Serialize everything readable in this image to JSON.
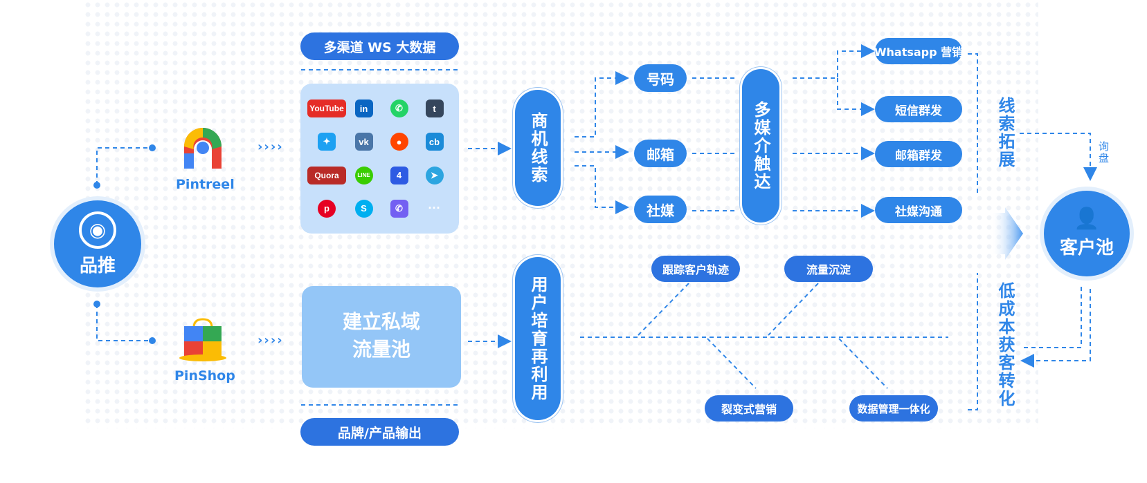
{
  "hub": {
    "label": "品推"
  },
  "pintreel": {
    "label": "Pintreel"
  },
  "pinshop": {
    "label": "PinShop"
  },
  "chevrons": "››››",
  "top_banner": "多渠道 WS 大数据",
  "bottom_banner": "品牌/产品输出",
  "social_icons": [
    {
      "name": "youtube-icon",
      "text": "YouTube",
      "color": "#e52d27"
    },
    {
      "name": "linkedin-icon",
      "text": "in",
      "color": "#0a66c2"
    },
    {
      "name": "whatsapp-icon",
      "text": "✆",
      "color": "#25d366"
    },
    {
      "name": "tumblr-icon",
      "text": "t",
      "color": "#35465c"
    },
    {
      "name": "twitter-icon",
      "text": "✦",
      "color": "#1da1f2"
    },
    {
      "name": "vk-icon",
      "text": "vk",
      "color": "#4a76a8"
    },
    {
      "name": "reddit-icon",
      "text": "●",
      "color": "#ff4500"
    },
    {
      "name": "crunchbase-icon",
      "text": "cb",
      "color": "#1b8bd8"
    },
    {
      "name": "quora-icon",
      "text": "Quora",
      "color": "#b92b27"
    },
    {
      "name": "line-icon",
      "text": "LINE",
      "color": "#3acd01"
    },
    {
      "name": "foursquare-icon",
      "text": "4",
      "color": "#2d5be3"
    },
    {
      "name": "telegram-icon",
      "text": "➤",
      "color": "#2ca5e0"
    },
    {
      "name": "pinterest-icon",
      "text": "p",
      "color": "#e60023"
    },
    {
      "name": "skype-icon",
      "text": "S",
      "color": "#00aff0"
    },
    {
      "name": "viber-icon",
      "text": "✆",
      "color": "#7360f2"
    },
    {
      "name": "more-icon",
      "text": "···",
      "color": "#c7e0fb"
    }
  ],
  "private_pool": {
    "line1": "建立私域",
    "line2": "流量池"
  },
  "leads": "商机线索",
  "user_reuse": "用户培育再利用",
  "channels": {
    "phone": "号码",
    "email": "邮箱",
    "social": "社媒"
  },
  "multimedia": "多媒介触达",
  "outputs": {
    "whatsapp": "Whatsapp 营销",
    "sms": "短信群发",
    "email_blast": "邮箱群发",
    "social_chat": "社媒沟通"
  },
  "fishbone": {
    "track": "跟踪客户轨迹",
    "settle": "流量沉淀",
    "fission": "裂变式营销",
    "data_mgmt": "数据管理一体化"
  },
  "lead_expand": "线索拓展",
  "inquiry": "询盘",
  "low_cost": "低成本获客转化",
  "customer_pool": "客户池",
  "colors": {
    "primary": "#2f86e8",
    "light_panel": "#c7e0fb",
    "private_panel": "#94c6f7"
  }
}
